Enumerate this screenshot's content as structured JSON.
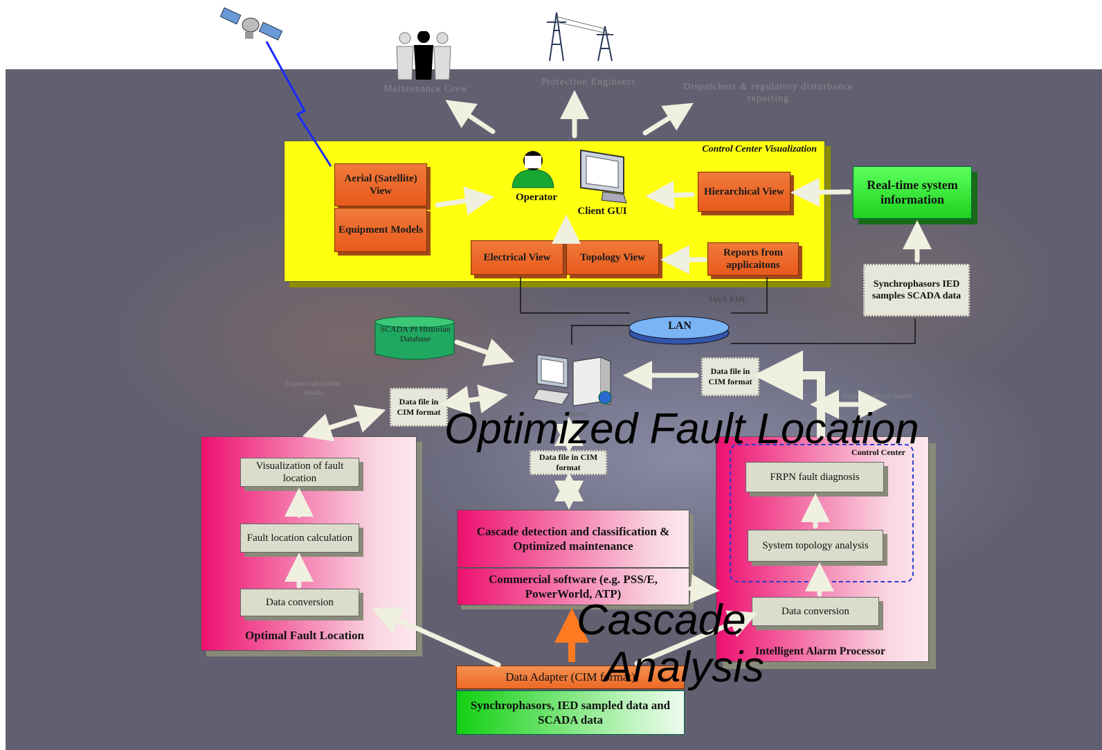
{
  "top_labels": {
    "maintenance": "Maintenance Crew",
    "protection": "Protection Engineers",
    "dispatchers": "Dispatchers & regulatory disturbance reporting"
  },
  "control_center": {
    "title": "Control Center Visualization",
    "aerial": "Aerial (Satellite) View",
    "equipment": "Equipment Models",
    "operator": "Operator",
    "client_gui": "Client GUI",
    "hierarchical": "Hierarchical View",
    "electrical": "Electrical View",
    "topology": "Topology View",
    "reports": "Reports from applicaitons"
  },
  "realtime": "Real-time system information",
  "synchro_note": "Synchrophasors IED samples SCADA data",
  "java_rmi": "JAVA RMI",
  "lan": "LAN",
  "scada_pi": "SCADA PI Historian Database",
  "server": "Server",
  "datafile_left": "Data file in CIM format",
  "datafile_right": "Data file in CIM format",
  "datafile_center": "Data file in CIM format",
  "export_calc": "Export calculation results",
  "export_analysis": "Export analysis results",
  "ofl": {
    "title": "Optimal Fault Location",
    "visualization": "Visualization of fault location",
    "calculation": "Fault location calculation",
    "conversion": "Data conversion"
  },
  "cascade": {
    "top": "Cascade detection and classification & Optimized maintenance",
    "bottom": "Commercial software (e.g. PSS/E, PowerWorld, ATP)"
  },
  "iap": {
    "title": "Intelligent Alarm Processor",
    "control_center": "Control Center",
    "frpn": "FRPN fault diagnosis",
    "topology": "System topology analysis",
    "conversion": "Data conversion"
  },
  "adapter": "Data Adapter (CIM format)",
  "synchro_bottom": "Synchrophasors, IED sampled data and SCADA data",
  "overlay": {
    "ofl_text": "Optimized Fault Location",
    "cascade_text": "Cascade",
    "analysis_text": "Analysis"
  }
}
